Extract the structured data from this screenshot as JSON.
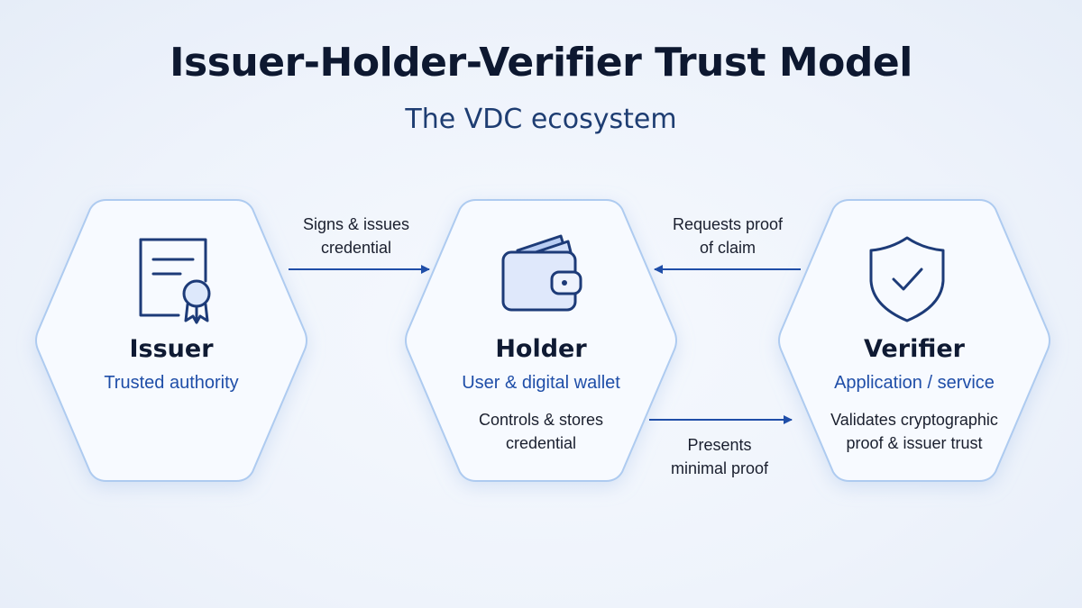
{
  "title": "Issuer-Holder-Verifier Trust Model",
  "subtitle": "The VDC ecosystem",
  "colors": {
    "accent": "#1f4ea8",
    "icon_stroke": "#1d3b78",
    "hex_fill": "#f7faff",
    "hex_border": "#aecbf0",
    "title": "#0d1830"
  },
  "nodes": {
    "issuer": {
      "title": "Issuer",
      "role": "Trusted authority",
      "icon": "certificate-icon"
    },
    "holder": {
      "title": "Holder",
      "role": "User & digital wallet",
      "desc_line1": "Controls & stores",
      "desc_line2": "credential",
      "icon": "wallet-icon"
    },
    "verifier": {
      "title": "Verifier",
      "role": "Application / service",
      "desc_line1": "Validates cryptographic",
      "desc_line2": "proof & issuer trust",
      "icon": "shield-check-icon"
    }
  },
  "edges": {
    "issue": {
      "line1": "Signs & issues",
      "line2": "credential",
      "from": "issuer",
      "to": "holder"
    },
    "request": {
      "line1": "Requests proof",
      "line2": "of claim",
      "from": "verifier",
      "to": "holder"
    },
    "present": {
      "line1": "Presents",
      "line2": "minimal proof",
      "from": "holder",
      "to": "verifier"
    }
  }
}
